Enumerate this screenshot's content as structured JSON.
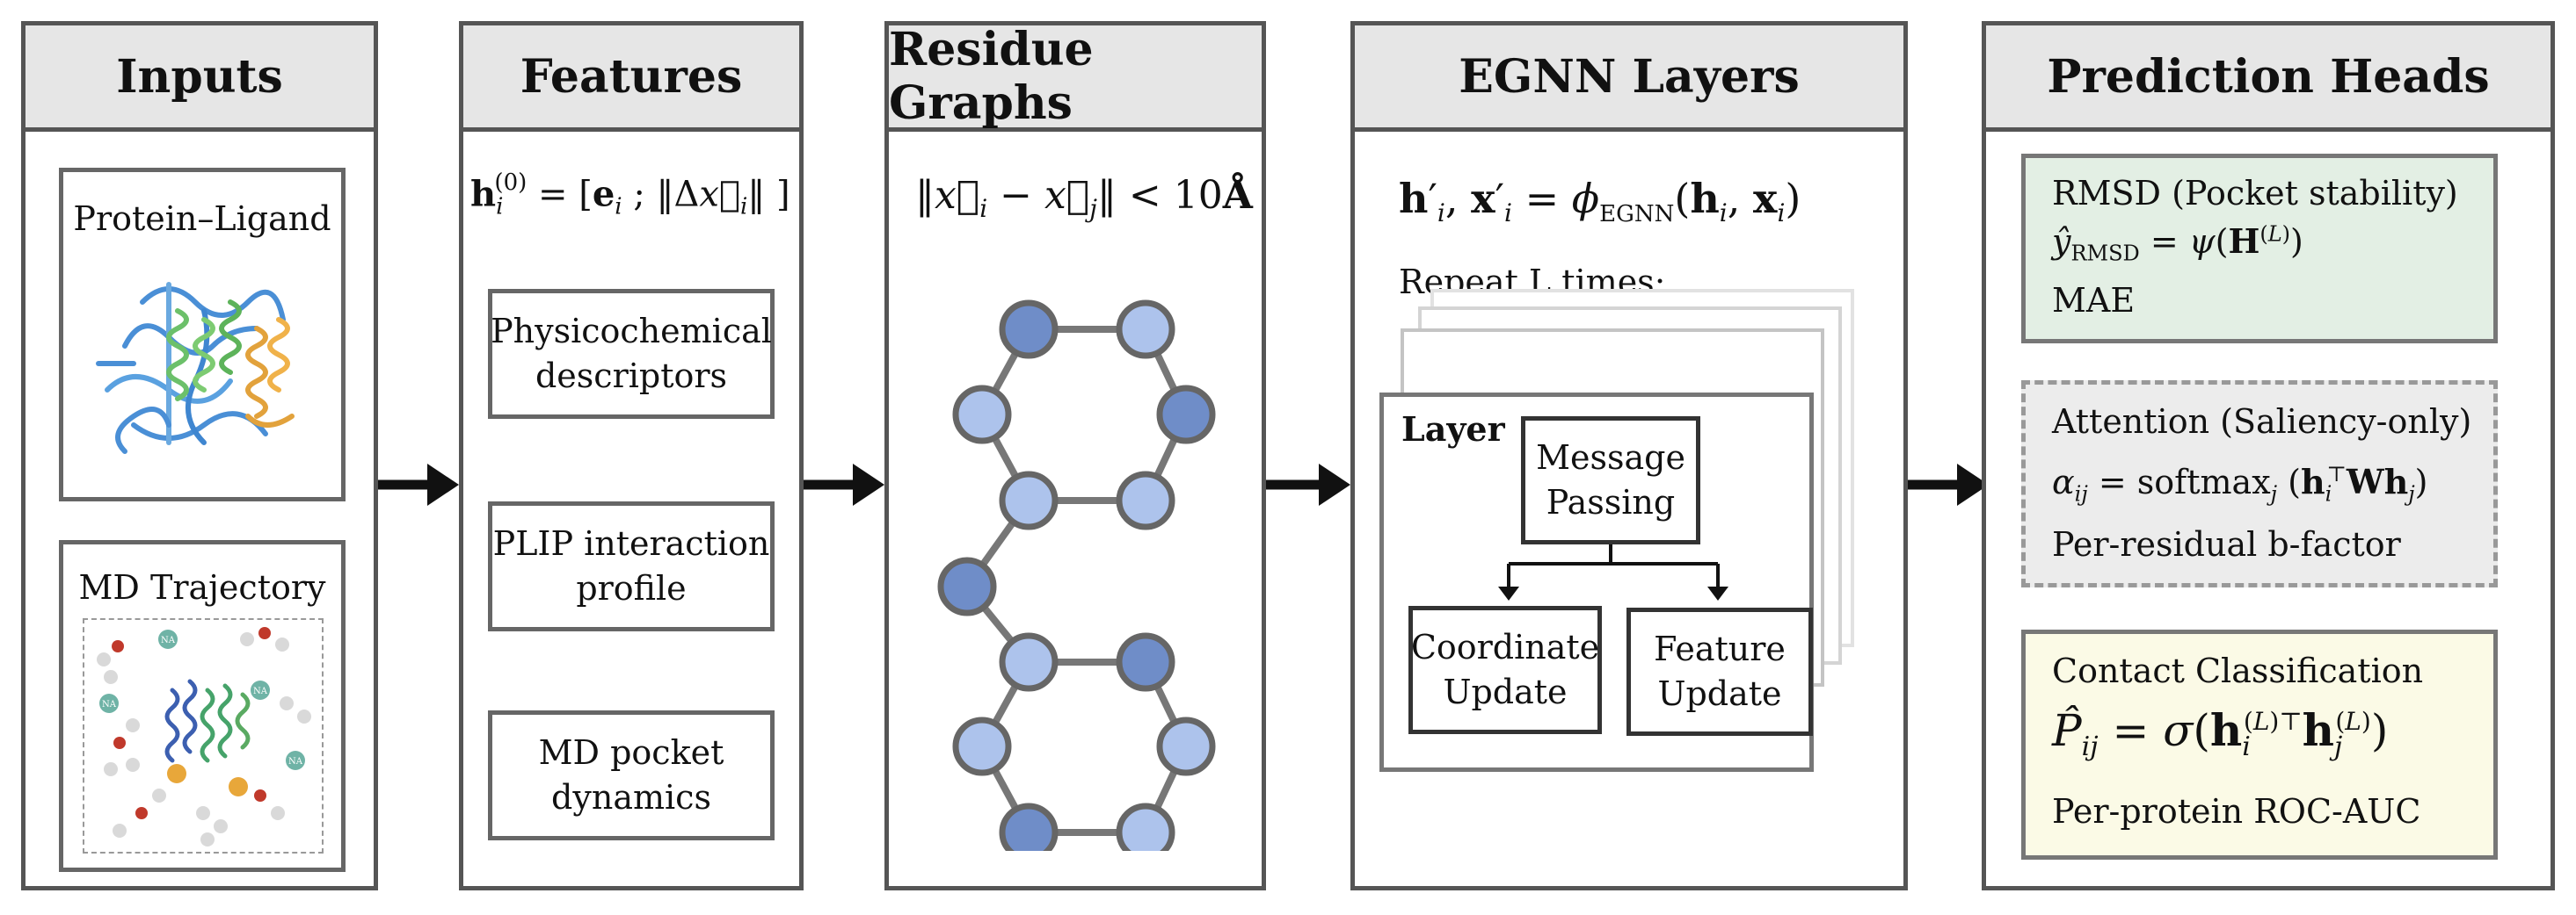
{
  "panels": {
    "inputs": {
      "title": "Inputs",
      "protein_label": "Protein–Ligand",
      "md_label": "MD Trajectory",
      "na": "NA"
    },
    "features": {
      "title": "Features",
      "items": [
        "Physicochemical descriptors",
        "PLIP interaction profile",
        "MD pocket dynamics"
      ]
    },
    "graphs": {
      "title": "Residue Graphs"
    },
    "egnn": {
      "title": "EGNN Layers",
      "repeat": "Repeat L times:",
      "layer_label": "Layer",
      "message_passing": "Message Passing",
      "coord_update": "Coordinate Update",
      "feature_update": "Feature Update"
    },
    "heads": {
      "title": "Prediction Heads",
      "rmsd": {
        "title": "RMSD (Pocket stability)",
        "metric": "MAE"
      },
      "attention": {
        "title": "Attention (Saliency-only)",
        "metric": "Per-residual b-factor"
      },
      "contact": {
        "title": "Contact Classification",
        "metric": "Per-protein ROC-AUC"
      }
    }
  },
  "colors": {
    "panel_border": "#555555",
    "header_bg": "#e6e6e6",
    "rmsd_bg": "#e3efe4",
    "attention_bg": "#ececec",
    "contact_bg": "#fbfae6",
    "node_light": "#adc3ec",
    "node_dark": "#6f8dc8",
    "edge": "#777777"
  }
}
